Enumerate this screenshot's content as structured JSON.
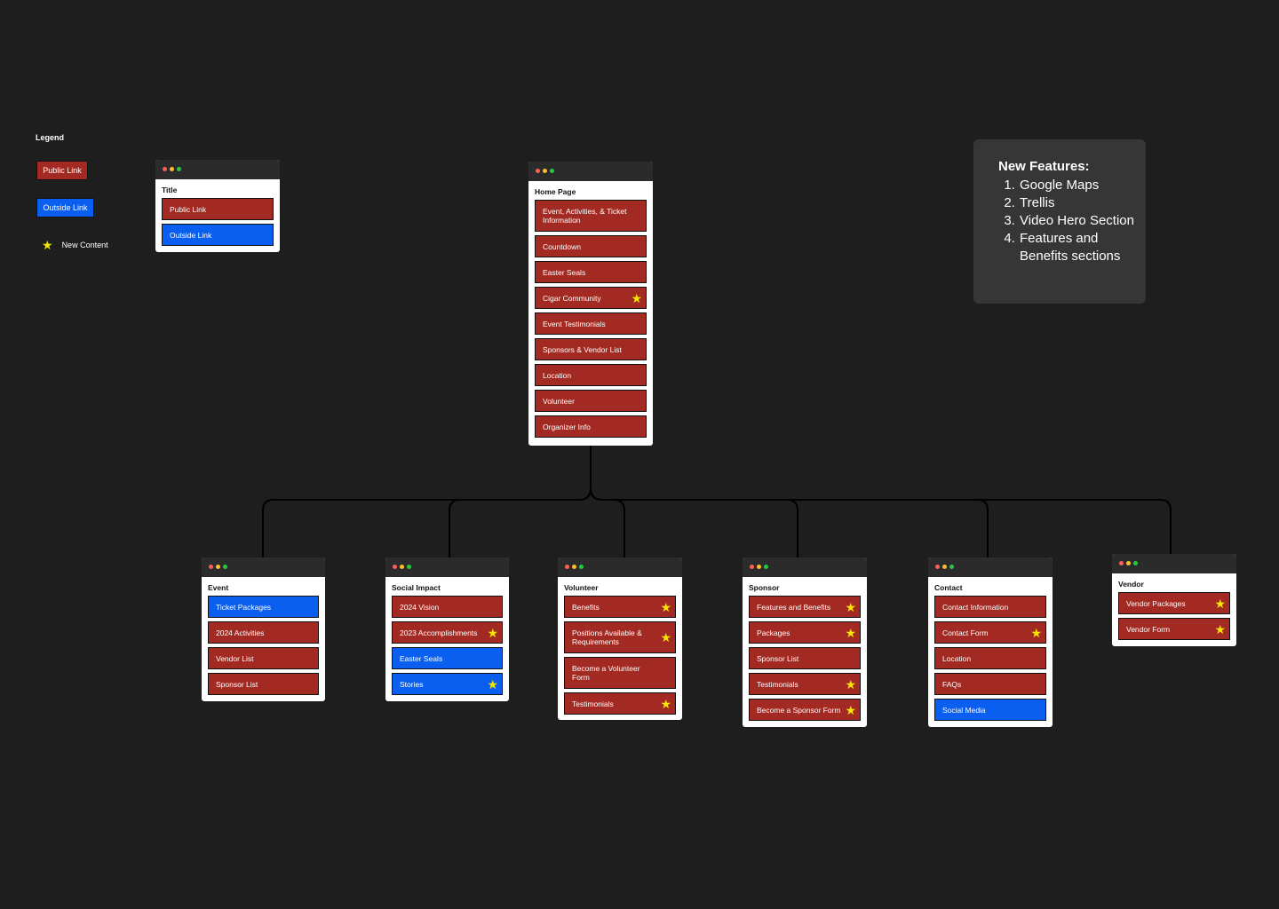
{
  "legend": {
    "title": "Legend",
    "public_link": "Public Link",
    "outside_link": "Outside Link",
    "new_content": "New Content",
    "colors": {
      "public": "#a32a22",
      "outside": "#0a5ff0",
      "star": "#f3e600"
    }
  },
  "sample_window": {
    "title": "Title",
    "items": [
      "Public Link",
      "Outside Link"
    ]
  },
  "home": {
    "title": "Home Page",
    "items": [
      {
        "label": "Event, Activities, & Ticket Information"
      },
      {
        "label": "Countdown"
      },
      {
        "label": "Easter Seals"
      },
      {
        "label": "Cigar Community"
      },
      {
        "label": "Event Testimonials"
      },
      {
        "label": "Sponsors & Vendor List"
      },
      {
        "label": "Location"
      },
      {
        "label": "Volunteer"
      },
      {
        "label": "Organizer Info"
      }
    ]
  },
  "pages": {
    "event": {
      "title": "Event",
      "items": [
        {
          "label": "Ticket Packages"
        },
        {
          "label": "2024 Activities"
        },
        {
          "label": "Vendor List"
        },
        {
          "label": "Sponsor List"
        }
      ]
    },
    "social": {
      "title": "Social Impact",
      "items": [
        {
          "label": "2024 Vision"
        },
        {
          "label": "2023 Accomplishments"
        },
        {
          "label": "Easter Seals"
        },
        {
          "label": "Stories"
        }
      ]
    },
    "volunteer": {
      "title": "Volunteer",
      "items": [
        {
          "label": "Benefits"
        },
        {
          "label": "Positions Available & Requirements"
        },
        {
          "label": "Become a Volunteer Form"
        },
        {
          "label": "Testimonials"
        }
      ]
    },
    "sponsor": {
      "title": "Sponsor",
      "items": [
        {
          "label": "Features and Benefits"
        },
        {
          "label": "Packages"
        },
        {
          "label": "Sponsor List"
        },
        {
          "label": "Testimonials"
        },
        {
          "label": "Become a Sponsor Form"
        }
      ]
    },
    "contact": {
      "title": "Contact",
      "items": [
        {
          "label": "Contact Information"
        },
        {
          "label": "Contact Form"
        },
        {
          "label": "Location"
        },
        {
          "label": "FAQs"
        },
        {
          "label": "Social Media"
        }
      ]
    },
    "vendor": {
      "title": "Vendor",
      "items": [
        {
          "label": "Vendor Packages"
        },
        {
          "label": "Vendor Form"
        }
      ]
    }
  },
  "features": {
    "heading": "New Features:",
    "items": [
      "Google Maps",
      "Trellis",
      "Video Hero Section",
      "Features and Benefits sections"
    ]
  }
}
